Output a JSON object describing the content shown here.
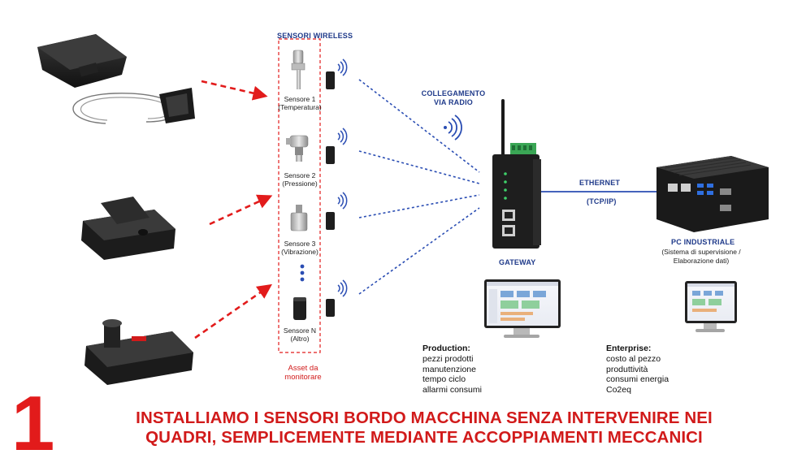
{
  "diagram": {
    "wireless_title": "SENSORI WIRELESS",
    "sensors": [
      {
        "name": "Sensore 1",
        "detail": "(Temperatura)"
      },
      {
        "name": "Sensore 2",
        "detail": "(Pressione)"
      },
      {
        "name": "Sensore 3",
        "detail": "(Vibrazione)"
      },
      {
        "name": "Sensore N",
        "detail": "(Altro)"
      }
    ],
    "asset_label": "Asset da monitorare",
    "radio_link": [
      "COLLEGAMENTO",
      "VIA RADIO"
    ],
    "gateway_label": "GATEWAY",
    "ethernet_label": "ETHERNET",
    "ethernet_protocol": "(TCP/IP)",
    "pc_title": "PC INDUSTRIALE",
    "pc_subtitle": [
      "(Sistema di supervisione /",
      "Elaborazione dati)"
    ],
    "production": {
      "title": "Production:",
      "items": [
        "pezzi prodotti",
        "manutenzione",
        "tempo ciclo",
        "allarmi consumi"
      ]
    },
    "enterprise": {
      "title": "Enterprise:",
      "items": [
        "costo al pezzo",
        "produttività",
        "consumi energia",
        "Co2eq"
      ]
    },
    "step_number": "1",
    "headline": [
      "INSTALLIAMO I SENSORI BORDO MACCHINA SENZA INTERVENIRE NEI",
      "QUADRI, SEMPLICEMENTE MEDIANTE ACCOPPIAMENTI MECCANICI"
    ]
  },
  "colors": {
    "accent_red": "#e21b1b",
    "link_blue": "#2a4db3",
    "title_blue": "#1f3a8a",
    "device_black": "#1e1e1e"
  }
}
